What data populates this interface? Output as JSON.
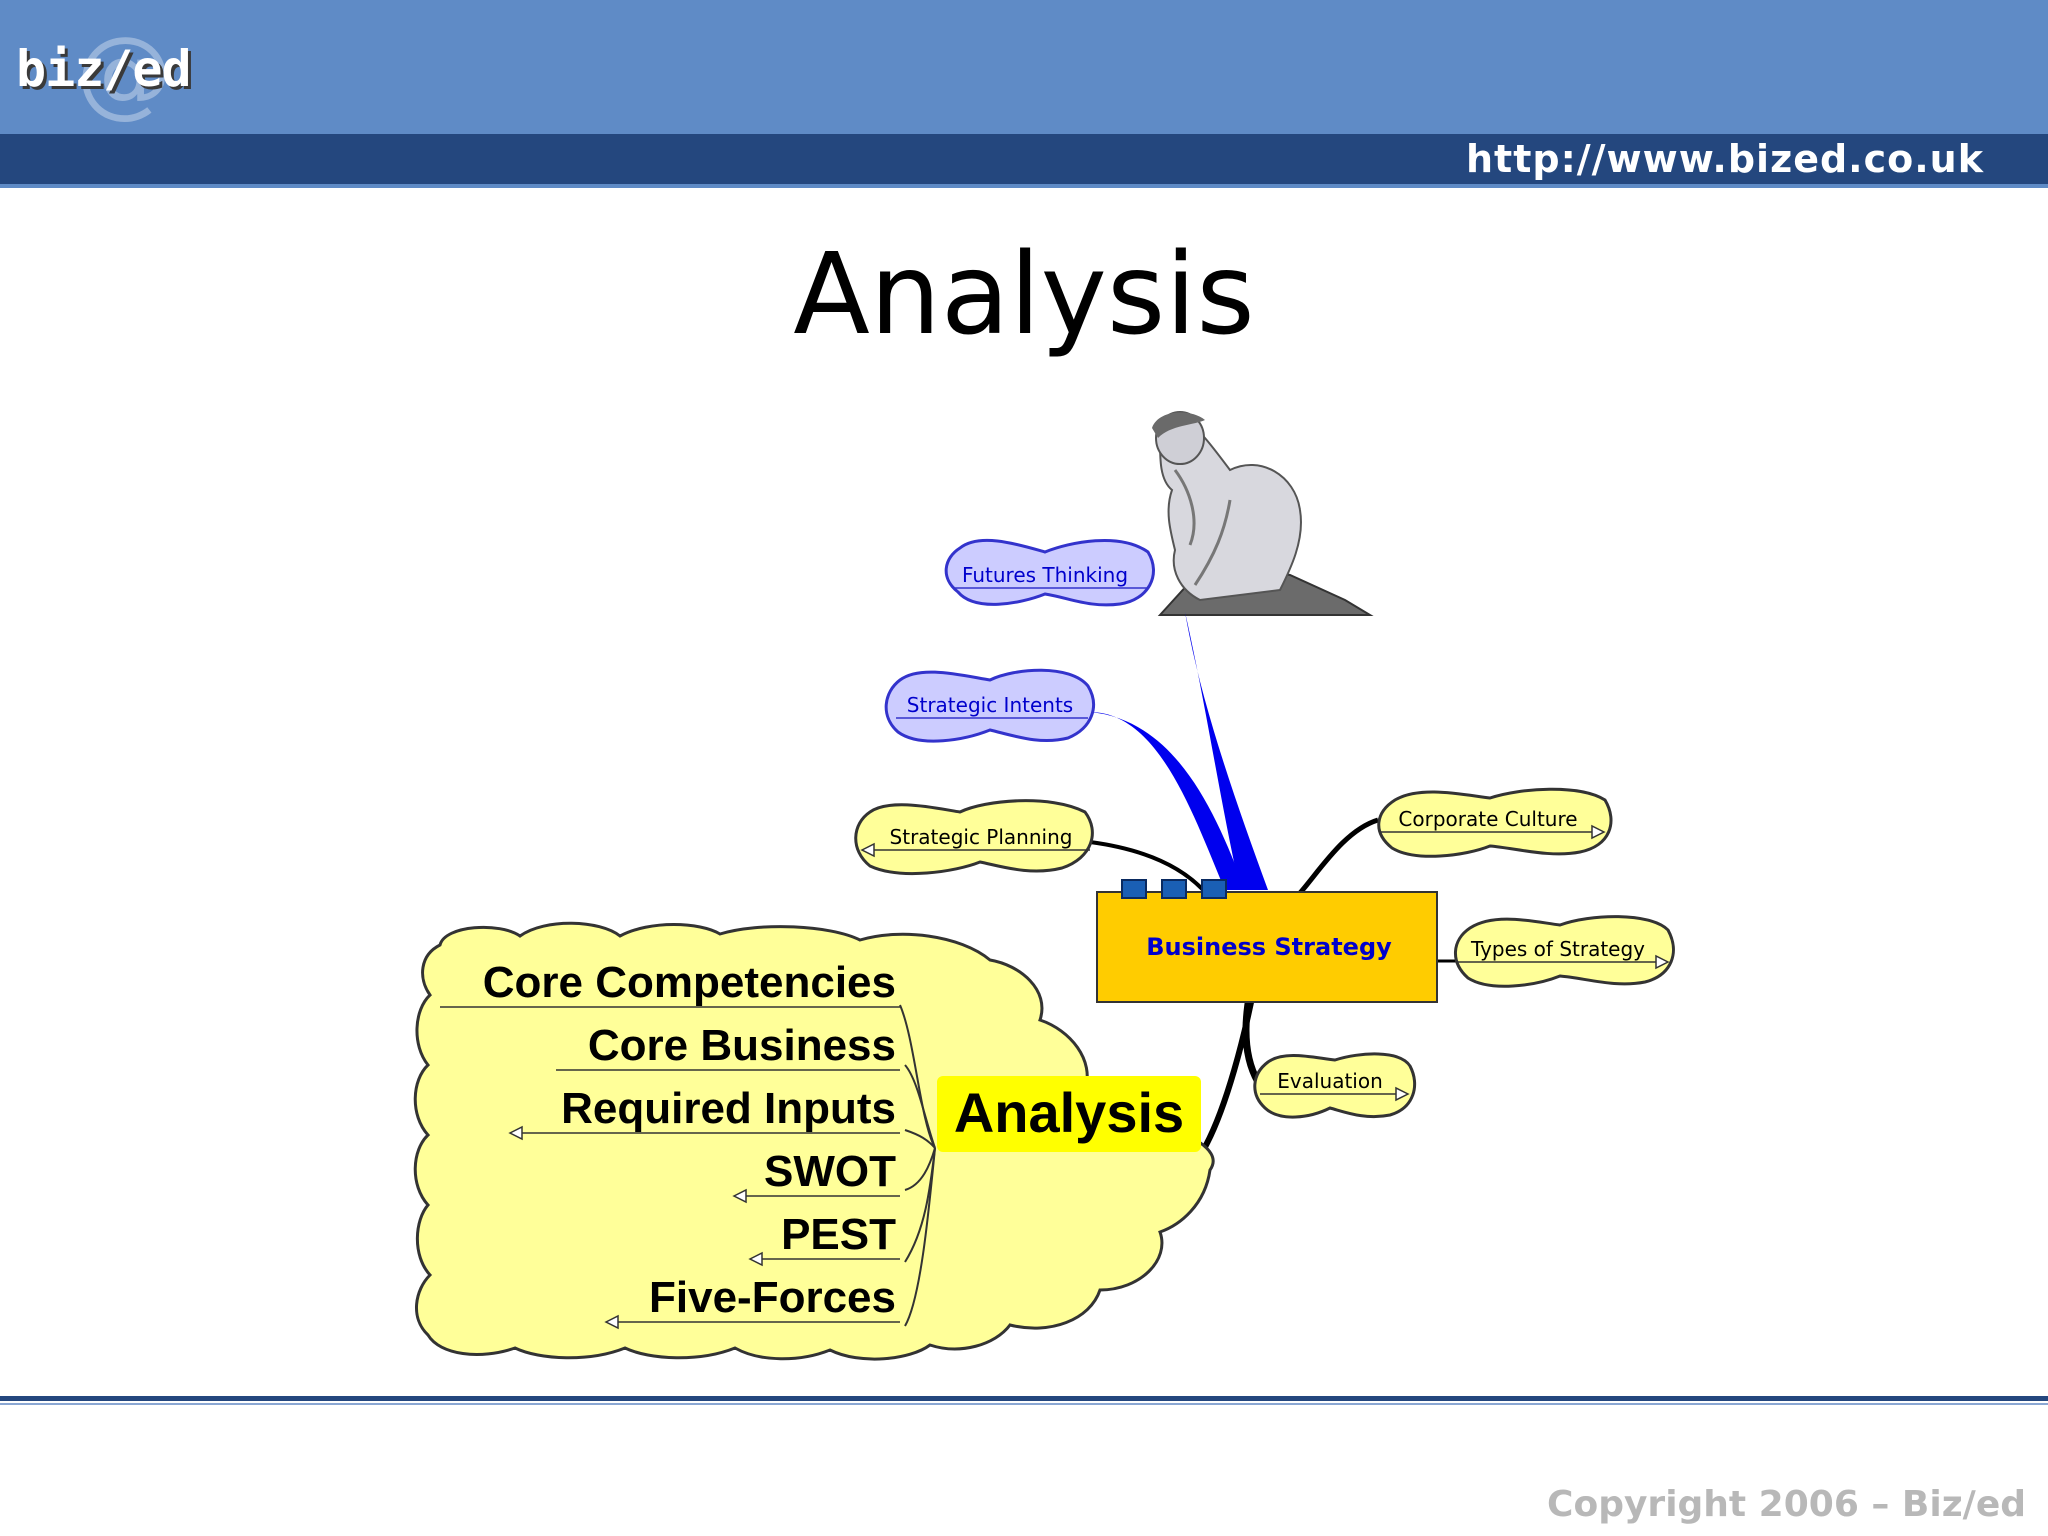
{
  "header": {
    "logo_text": "biz/ed",
    "url": "http://www.bized.co.uk"
  },
  "slide": {
    "title": "Analysis"
  },
  "mindmap": {
    "central": "Business Strategy",
    "nodes": {
      "futures_thinking": "Futures Thinking",
      "strategic_intents": "Strategic Intents",
      "strategic_planning": "Strategic Planning",
      "corporate_culture": "Corporate Culture",
      "types_of_strategy": "Types of Strategy",
      "evaluation": "Evaluation"
    },
    "analysis": {
      "label": "Analysis",
      "items": [
        "Core Competencies",
        "Core Business",
        "Required Inputs",
        "SWOT",
        "PEST",
        "Five-Forces"
      ]
    }
  },
  "footer": {
    "copyright": "Copyright 2006 – Biz/ed"
  },
  "colors": {
    "header_blue": "#5f8bc6",
    "header_dark": "#24477e",
    "bubble_yellow": "#ffff99",
    "bubble_blue": "#ccccff",
    "central_box": "#ffcc00",
    "branch_blue": "#0000ff"
  }
}
